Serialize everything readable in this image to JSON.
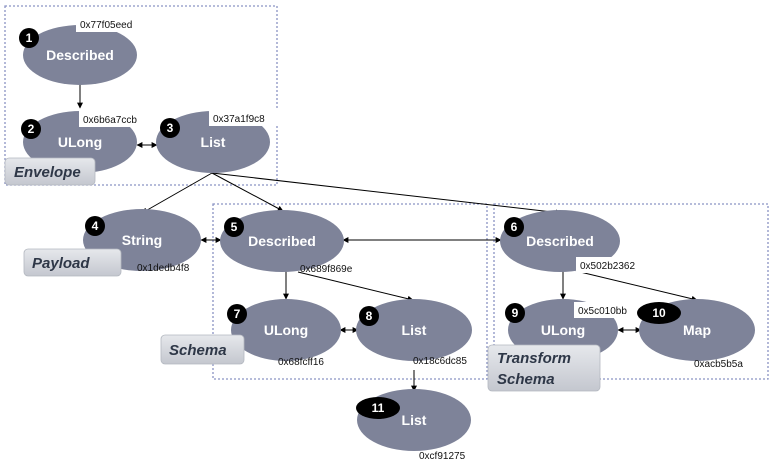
{
  "groups": {
    "envelope": {
      "label": "Envelope"
    },
    "payload": {
      "label": "Payload"
    },
    "schema": {
      "label": "Schema"
    },
    "transform_schema": {
      "label_line1": "Transform",
      "label_line2": "Schema"
    }
  },
  "nodes": {
    "n1": {
      "badge": "1",
      "label": "Described",
      "address": "0x77f05eed"
    },
    "n2": {
      "badge": "2",
      "label": "ULong",
      "address": "0x6b6a7ccb"
    },
    "n3": {
      "badge": "3",
      "label": "List",
      "address": "0x37a1f9c8"
    },
    "n4": {
      "badge": "4",
      "label": "String",
      "address": "0x1dedb4f8"
    },
    "n5": {
      "badge": "5",
      "label": "Described",
      "address": "0x689f869e"
    },
    "n6": {
      "badge": "6",
      "label": "Described",
      "address": "0x502b2362"
    },
    "n7": {
      "badge": "7",
      "label": "ULong",
      "address": "0x68fcff16"
    },
    "n8": {
      "badge": "8",
      "label": "List",
      "address": "0x18c6dc85"
    },
    "n9": {
      "badge": "9",
      "label": "ULong",
      "address": "0x5c010bb"
    },
    "n10": {
      "badge": "10",
      "label": "Map",
      "address": "0xacb5b5a"
    },
    "n11": {
      "badge": "11",
      "label": "List",
      "address": "0xcf91275"
    }
  },
  "colors": {
    "node_fill": "#7e8399",
    "node_text": "#ffffff",
    "badge_fill": "#000000",
    "group_border": "#8a93c4",
    "label_fill": "#d7d9de",
    "edge": "#000000"
  }
}
